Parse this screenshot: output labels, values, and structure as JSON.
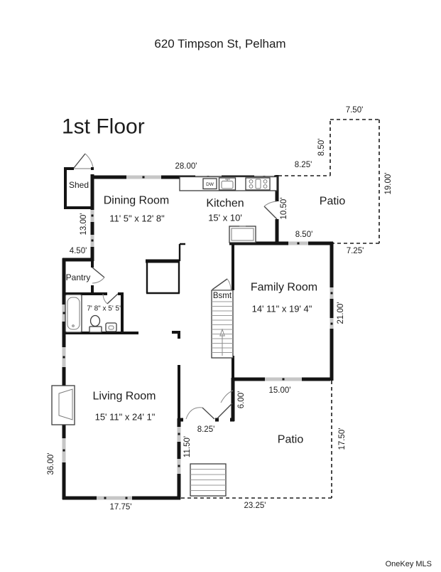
{
  "title": "620 Timpson St, Pelham",
  "floor_label": "1st Floor",
  "watermark": "OneKey MLS",
  "rooms": {
    "shed": "Shed",
    "dining_name": "Dining Room",
    "dining_dims": "11' 5\" x 12' 8\"",
    "kitchen_name": "Kitchen",
    "kitchen_dims": "15' x 10'",
    "pantry": "Pantry",
    "bath_dims": "7' 8\" x 5' 5\"",
    "family_name": "Family Room",
    "family_dims": "14' 11\" x 19' 4\"",
    "living_name": "Living Room",
    "living_dims": "15' 11\" x 24' 1\"",
    "patio_upper": "Patio",
    "patio_lower": "Patio",
    "bsmt": "Bsmt",
    "dw": "DW"
  },
  "dims": {
    "top_width": "28.00'",
    "patio1_offset": "8.25'",
    "patio1_top": "7.50'",
    "patio1_left": "8.50'",
    "patio1_right": "19.00'",
    "patio1_bottom": "7.25'",
    "kitchen_door_wall": "10.50'",
    "kitchen_bottom": "8.50'",
    "dining_left": "13.00'",
    "left_step": "4.50'",
    "family_right": "21.00'",
    "family_bottom": "15.00'",
    "patio2_wall_left": "6.00'",
    "patio2_top_left": "8.25'",
    "living_right": "11.50'",
    "patio2_right": "17.50'",
    "patio2_bottom": "23.25'",
    "left_height": "36.00'",
    "bottom_width": "17.75'"
  },
  "colors": {
    "wall": "#141414",
    "window": "#c6c6c6",
    "watermark": "#c9c9c9"
  }
}
